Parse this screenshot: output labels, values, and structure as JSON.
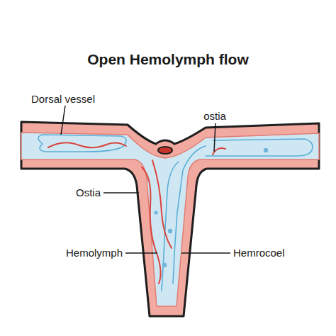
{
  "diagram": {
    "title": "Open Hemolymph flow",
    "labels": [
      "Dorsal vessel",
      "ostia",
      "Ostia",
      "Hemolymph",
      "Hemrocoel"
    ]
  }
}
